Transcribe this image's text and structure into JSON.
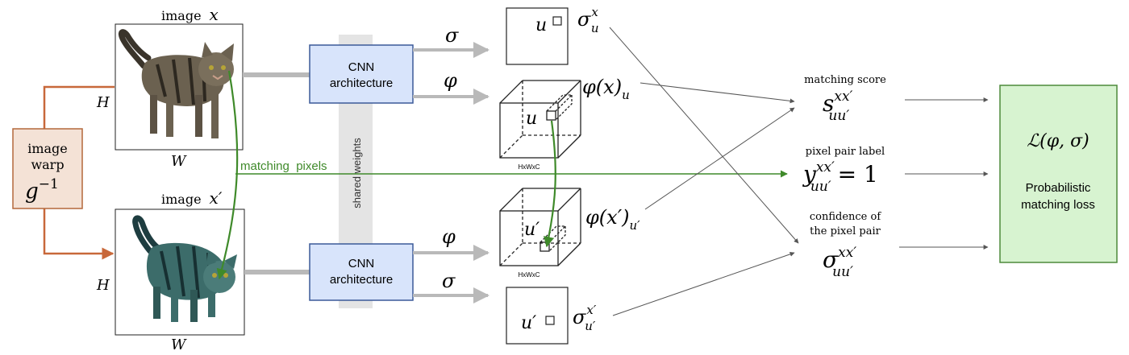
{
  "colors": {
    "warp_fill": "#f4e2d6",
    "warp_stroke": "#b4683c",
    "warp_arrow": "#c8683a",
    "cnn_fill": "#d8e4fb",
    "cnn_stroke": "#3b5a98",
    "loss_fill": "#d7f3d0",
    "loss_stroke": "#4d8a3a",
    "match_green": "#3f8a2a",
    "shared_band": "#e4e4e4",
    "gray_arrow": "#b9b9b9",
    "dark_line": "#555555"
  },
  "warp": {
    "line1": "image",
    "line2": "warp",
    "math": "g",
    "sup": "−1"
  },
  "image_top": {
    "label": "image",
    "var": "x",
    "h_label": "H",
    "w_label": "W",
    "picture": "tabby-cat-photo"
  },
  "image_bottom": {
    "label": "image",
    "var": "x′",
    "h_label": "H",
    "w_label": "W",
    "picture": "warped-tabby-cat-photo"
  },
  "cnn_top": {
    "line1": "CNN",
    "line2": "architecture"
  },
  "cnn_bottom": {
    "line1": "CNN",
    "line2": "architecture"
  },
  "shared_weights": "shared weights",
  "matching_pixels": "matching  pixels",
  "sigma_symbol": "σ",
  "phi_symbol": "φ",
  "sigma_top_box": {
    "u": "u",
    "label_base": "σ",
    "label_sup": "x",
    "label_sub": "u"
  },
  "cube_top": {
    "u": "u",
    "dims": "HxWxC",
    "label": "φ(x)",
    "label_sub": "u"
  },
  "cube_bottom": {
    "u": "u′",
    "dims": "HxWxC",
    "label": "φ(x′)",
    "label_sub": "u′"
  },
  "sigma_bottom_box": {
    "u": "u′",
    "label_base": "σ",
    "label_sup": "x′",
    "label_sub": "u′"
  },
  "matching_score": {
    "caption": "matching score",
    "base": "s",
    "sup": "xx′",
    "sub": "uu′"
  },
  "pixel_pair_label": {
    "caption": "pixel pair label",
    "base": "y",
    "sup": "xx′",
    "sub": "uu′",
    "rhs": "= 1"
  },
  "confidence": {
    "caption1": "confidence of",
    "caption2": "the pixel pair",
    "base": "σ",
    "sup": "xx′",
    "sub": "uu′"
  },
  "loss": {
    "formula": "ℒ(φ, σ)",
    "line1": "Probabilistic",
    "line2": "matching loss"
  }
}
